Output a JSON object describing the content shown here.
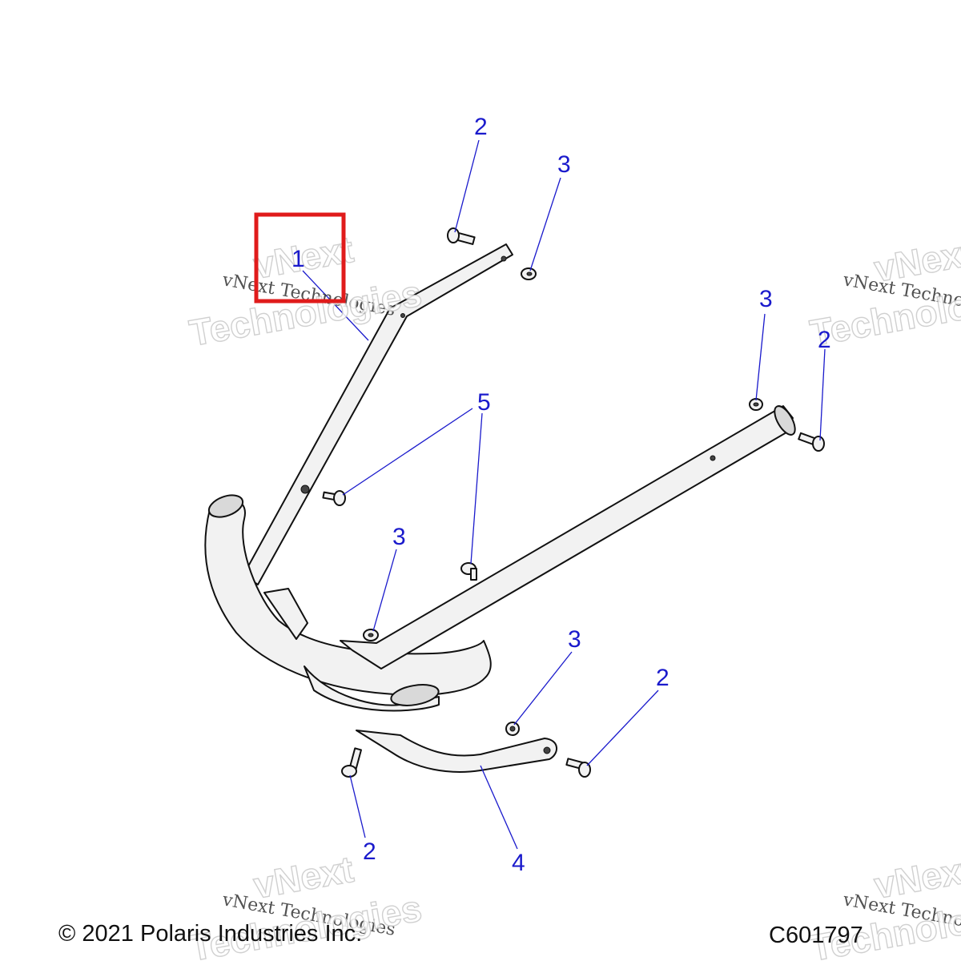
{
  "footer": {
    "copyright": "© 2021 Polaris Industries Inc.",
    "drawing_id": "C601797"
  },
  "watermark": {
    "line1": "vNext Technologies",
    "line2a": "vNext",
    "line2b": "Technologies"
  },
  "callouts": {
    "part1": "1",
    "bolt_top": "2",
    "bolt_right": "2",
    "bolt_bottom_right": "2",
    "bolt_bottom_left": "2",
    "nut_top": "3",
    "nut_right": "3",
    "nut_center": "3",
    "nut_bottom": "3",
    "part4": "4",
    "part5": "5"
  },
  "highlight": {
    "target": "1",
    "color": "#e01b1b"
  },
  "colors": {
    "callout": "#1a1acc",
    "line": "#111111"
  }
}
